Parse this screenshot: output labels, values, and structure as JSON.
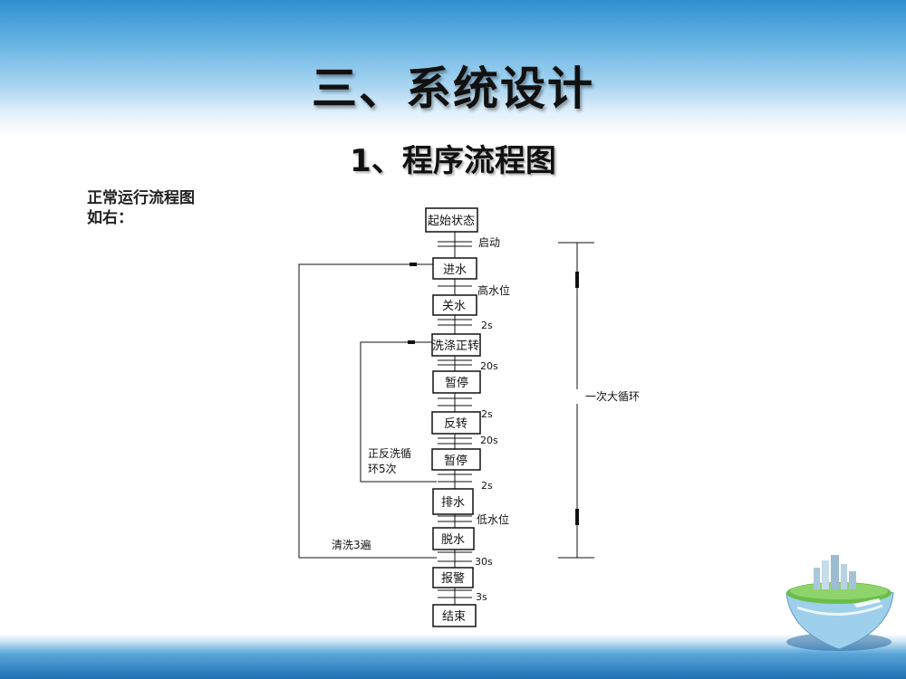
{
  "slide": {
    "title": "三、系统设计",
    "subtitle": "1、程序流程图",
    "description_lines": [
      "正常运行流程图",
      "如右："
    ]
  },
  "flowchart": {
    "steps": [
      "起始状态",
      "进水",
      "关水",
      "洗涤正转",
      "暂停",
      "反转",
      "暂停",
      "排水",
      "脱水",
      "报警",
      "结束"
    ],
    "conditions": [
      "启动",
      "高水位",
      "2s",
      "20s",
      "2s",
      "20s",
      "2s",
      "低水位",
      "30s",
      "3s"
    ],
    "loops": {
      "wash_cycle": "正反洗循环5次",
      "wash_cycle_lines": [
        "正反洗循",
        "环5次"
      ],
      "rinse": "清洗3遍",
      "big_cycle": "一次大循环"
    }
  },
  "colors": {
    "header_top": "#2f8fd0",
    "footer_band": "#1e70b4",
    "text": "#111111"
  }
}
